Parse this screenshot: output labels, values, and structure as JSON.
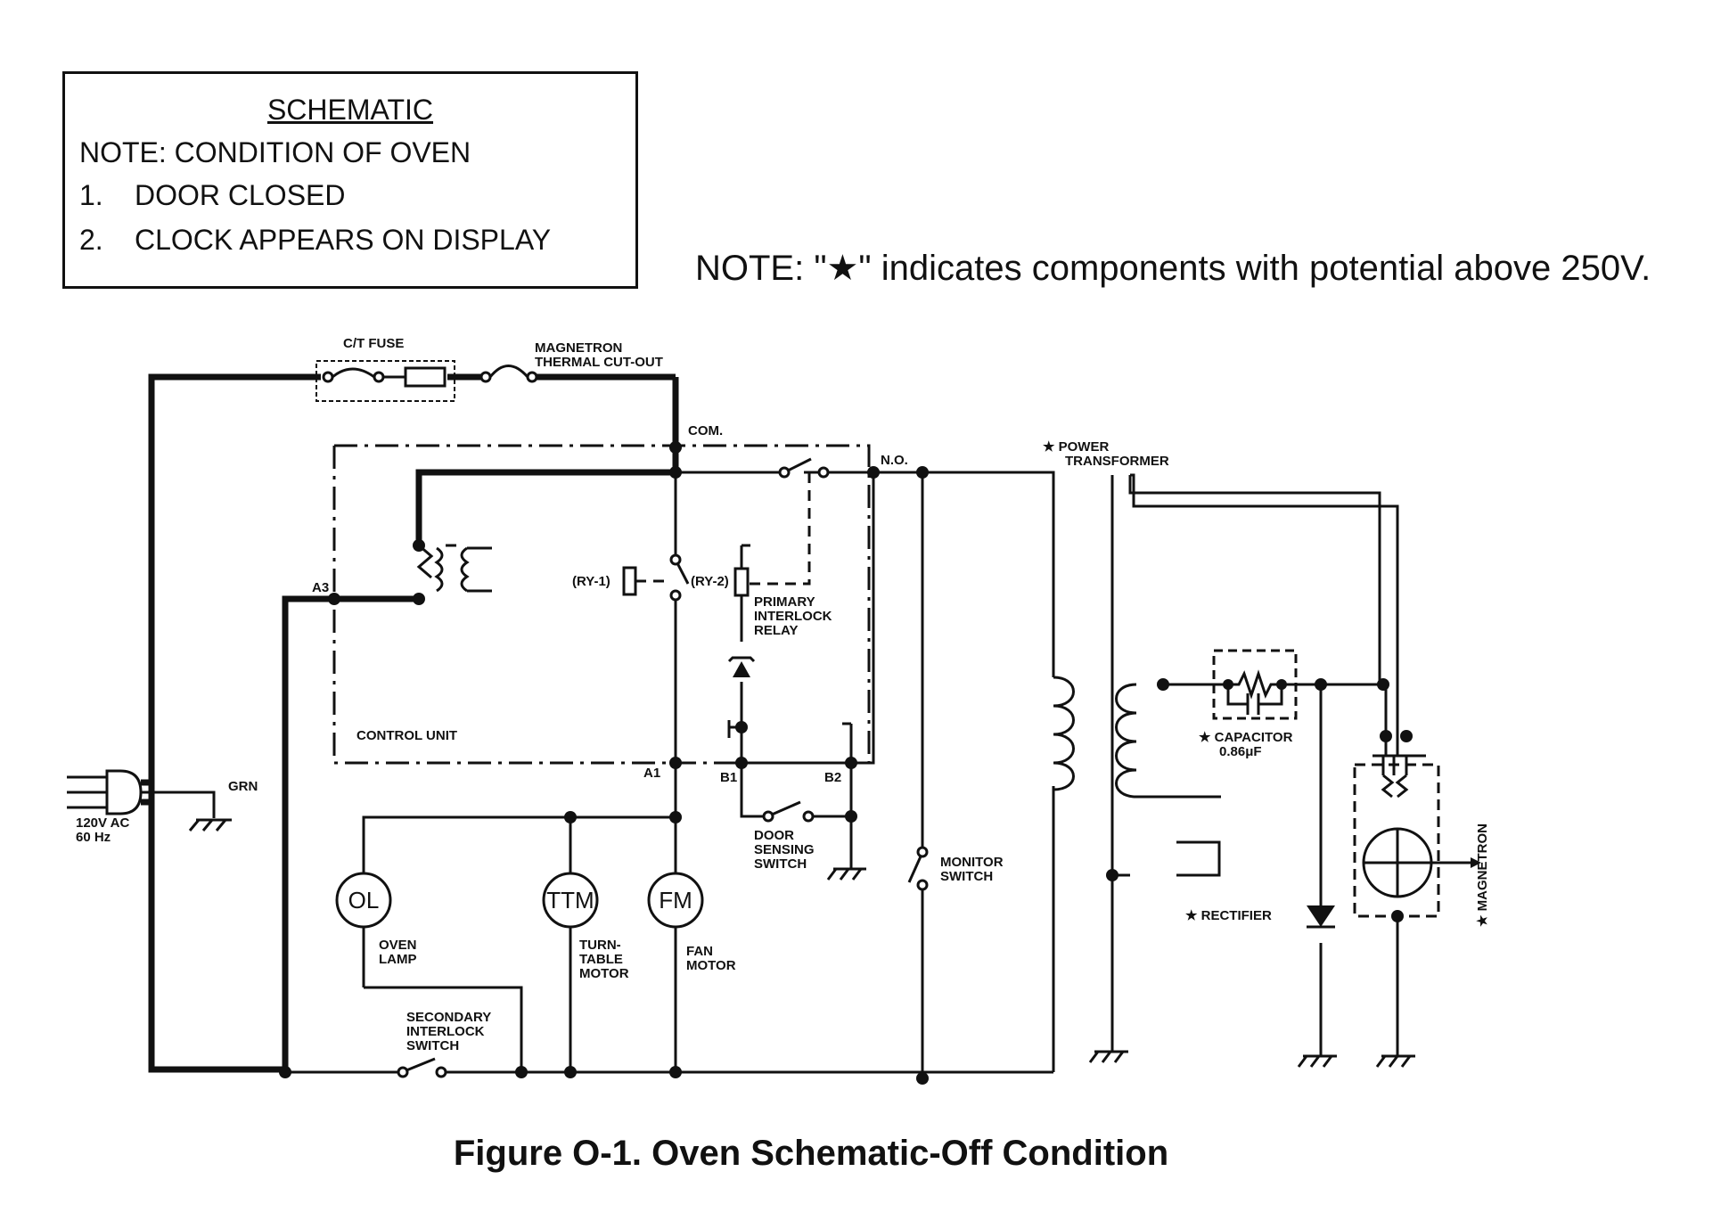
{
  "note_box": {
    "title": "SCHEMATIC",
    "line1": "NOTE: CONDITION OF OVEN",
    "item1_num": "1.",
    "item1_text": "DOOR CLOSED",
    "item2_num": "2.",
    "item2_text": "CLOCK APPEARS ON DISPLAY"
  },
  "hv_note": "NOTE: \"★\" indicates components with potential above 250V.",
  "caption": "Figure O-1. Oven Schematic-Off Condition",
  "labels": {
    "ct_fuse": "C/T FUSE",
    "mag_cutout_1": "MAGNETRON",
    "mag_cutout_2": "THERMAL CUT-OUT",
    "com": "COM.",
    "no": "N.O.",
    "a3": "A3",
    "ry1": "(RY-1)",
    "ry2": "(RY-2)",
    "primary_1": "PRIMARY",
    "primary_2": "INTERLOCK",
    "primary_3": "RELAY",
    "control_unit": "CONTROL UNIT",
    "a1": "A1",
    "b1": "B1",
    "b2": "B2",
    "grn": "GRN",
    "supply_1": "120V AC",
    "supply_2": "60 Hz",
    "door_1": "DOOR",
    "door_2": "SENSING",
    "door_3": "SWITCH",
    "ol": "OL",
    "ttm": "TTM",
    "fm": "FM",
    "oven_lamp_1": "OVEN",
    "oven_lamp_2": "LAMP",
    "turntable_1": "TURN-",
    "turntable_2": "TABLE",
    "turntable_3": "MOTOR",
    "fan_1": "FAN",
    "fan_2": "MOTOR",
    "secondary_1": "SECONDARY",
    "secondary_2": "INTERLOCK",
    "secondary_3": "SWITCH",
    "monitor_1": "MONITOR",
    "monitor_2": "SWITCH",
    "power_tx_1": "★ POWER",
    "power_tx_2": "TRANSFORMER",
    "capacitor_1": "★ CAPACITOR",
    "capacitor_2": "0.86μF",
    "rectifier": "★ RECTIFIER",
    "magnetron": "★ MAGNETRON"
  }
}
